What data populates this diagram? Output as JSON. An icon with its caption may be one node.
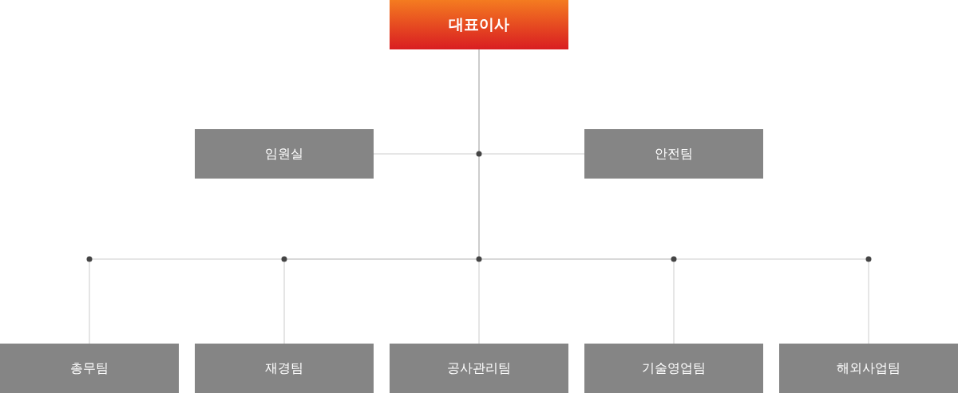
{
  "diagram": {
    "nodes": [
      {
        "text": [
          "대표이사"
        ]
      },
      {
        "text": [
          "임원실"
        ]
      },
      {
        "text": [
          "안전팀"
        ]
      },
      {
        "text": [
          "총무팀"
        ]
      },
      {
        "text": [
          "재경팀"
        ]
      },
      {
        "text": [
          "공사관리팀"
        ]
      },
      {
        "text": [
          "기술영업팀"
        ]
      },
      {
        "text": [
          "해외사업팀"
        ]
      }
    ],
    "edges": [
      {
        "from": 0,
        "to": 1,
        "arrow": "none"
      },
      {
        "from": 0,
        "to": 2,
        "arrow": "none"
      },
      {
        "from": 0,
        "to": 3,
        "arrow": "none"
      },
      {
        "from": 0,
        "to": 4,
        "arrow": "none"
      },
      {
        "from": 0,
        "to": 5,
        "arrow": "none"
      },
      {
        "from": 0,
        "to": 6,
        "arrow": "none"
      },
      {
        "from": 0,
        "to": 7,
        "arrow": "none"
      }
    ]
  }
}
